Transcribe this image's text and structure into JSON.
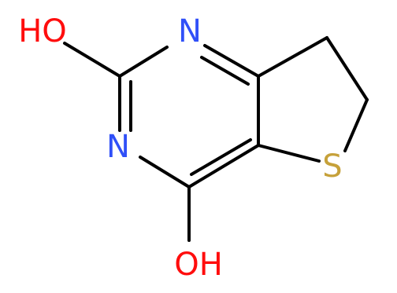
{
  "molecule": {
    "atoms": [
      {
        "id": "ho_top",
        "label": "HO",
        "color": "#ff0d0d"
      },
      {
        "id": "n_top",
        "label": "N",
        "color": "#3050f8"
      },
      {
        "id": "n_bottom",
        "label": "N",
        "color": "#3050f8"
      },
      {
        "id": "s_ring",
        "label": "S",
        "color": "#c6a13a"
      },
      {
        "id": "oh_bottom",
        "label": "OH",
        "color": "#ff0d0d"
      }
    ],
    "bond_color": "#000000"
  }
}
